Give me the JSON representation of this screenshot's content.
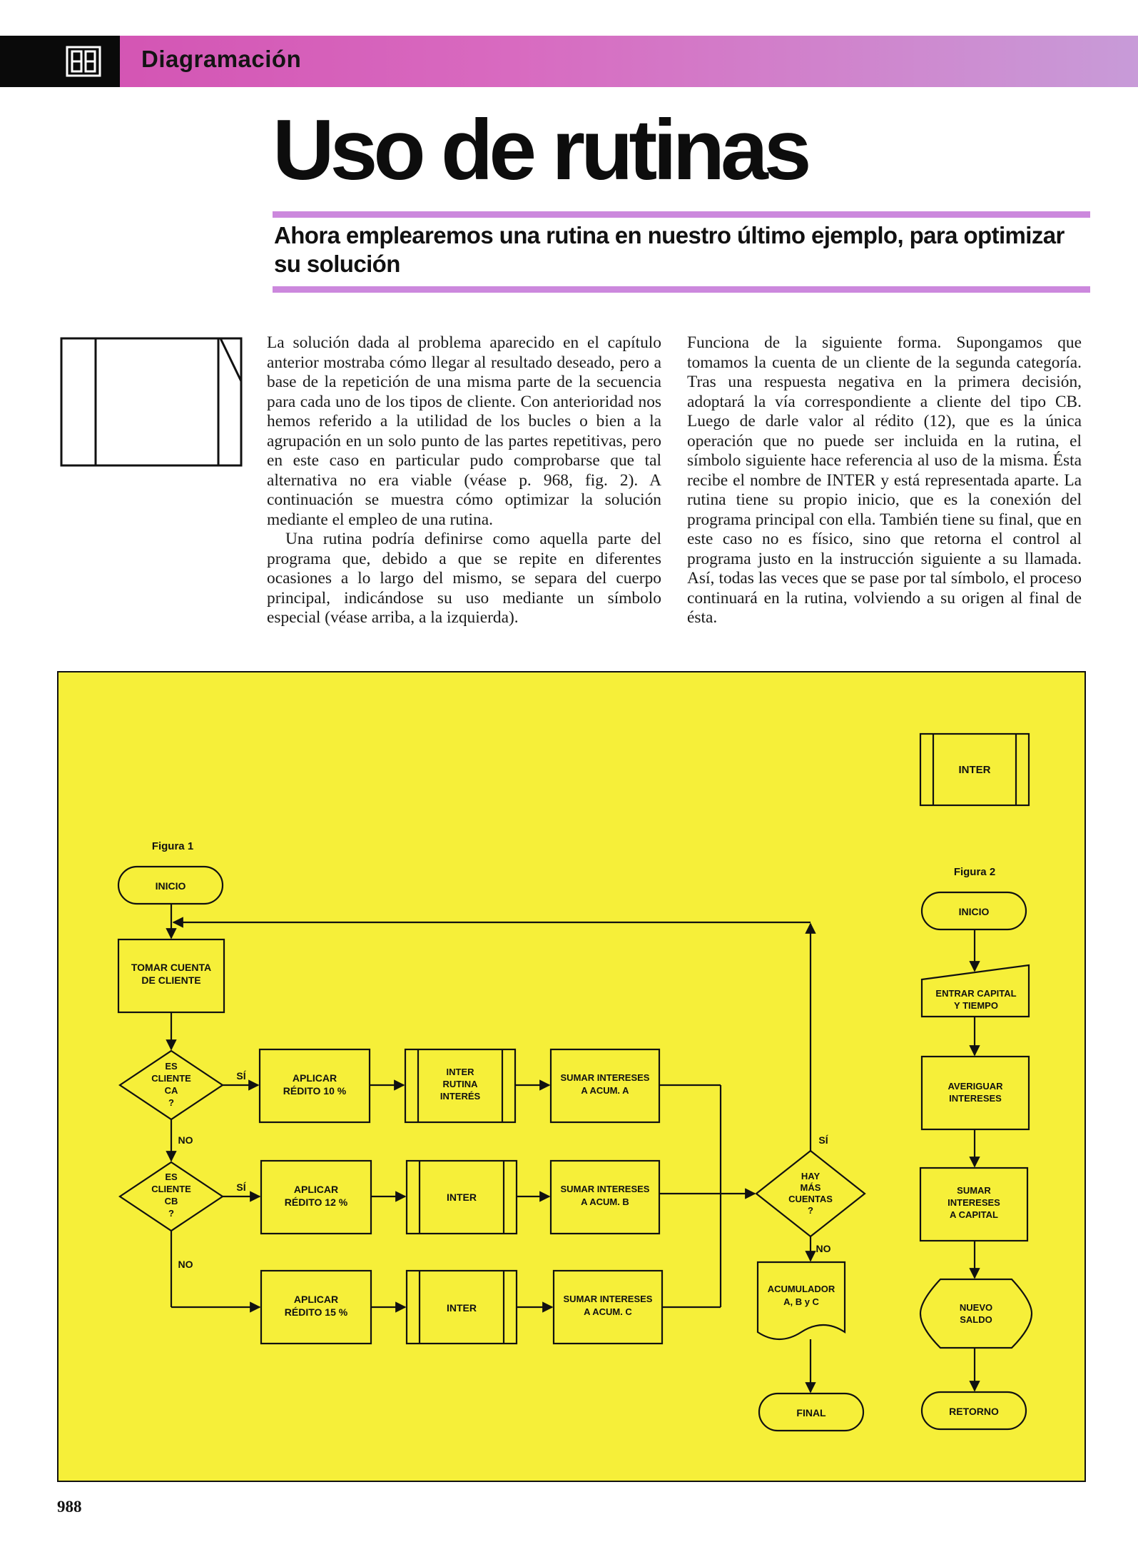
{
  "header": {
    "section": "Diagramación",
    "icon": "section-logo-icon",
    "accent_color": "#d24fb0"
  },
  "title": "Uso de rutinas",
  "subtitle": "Ahora emplearemos una rutina en nuestro último ejemplo, para optimizar su solución",
  "routine_symbol_icon": "predefined-process-symbol-icon",
  "body": {
    "col1": [
      "La solución dada al problema aparecido en el capítulo anterior mostraba cómo llegar al resultado deseado, pero a base de la repetición de una misma parte de la secuencia para cada uno de los tipos de cliente. Con anterioridad nos hemos referido a la utilidad de los bucles o bien a la agrupación en un solo punto de las partes repetitivas, pero en este caso en particular pudo comprobarse que tal alternativa no era viable (véase p. 968, fig. 2). A continuación se muestra cómo optimizar la solución mediante el empleo de una rutina.",
      "Una rutina podría definirse como aquella parte del programa que, debido a que se repite en diferentes ocasiones a lo largo del mismo, se separa del cuerpo principal, indicándose su uso mediante un símbolo especial (véase arriba, a la izquierda)."
    ],
    "col2": [
      "Funciona de la siguiente forma. Supongamos que tomamos la cuenta de un cliente de la segunda categoría. Tras una respuesta negativa en la primera decisión, adoptará la vía correspondiente a cliente del tipo CB. Luego de darle valor al rédito (12), que es la única operación que no puede ser incluida en la rutina, el símbolo siguiente hace referencia al uso de la misma. Ésta recibe el nombre de INTER y está representada aparte. La rutina tiene su propio inicio, que es la conexión del programa principal con ella. También tiene su final, que en este caso no es físico, sino que retorna el control al programa justo en la instrucción siguiente a su llamada. Así, todas las veces que se pase por tal símbolo, el proceso continuará en la rutina, volviendo a su origen al final de ésta."
    ]
  },
  "figure": {
    "background": "#f6ef39",
    "inter_header": "INTER",
    "fig1": {
      "label": "Figura 1",
      "inicio": "INICIO",
      "tomar": [
        "TOMAR CUENTA",
        "DE CLIENTE"
      ],
      "dec_ca": [
        "ES",
        "CLIENTE",
        "CA",
        "?"
      ],
      "dec_cb": [
        "ES",
        "CLIENTE",
        "CB",
        "?"
      ],
      "si": "SÍ",
      "no": "NO",
      "aplicar_10": [
        "APLICAR",
        "RÉDITO 10 %"
      ],
      "aplicar_12": [
        "APLICAR",
        "RÉDITO 12 %"
      ],
      "aplicar_15": [
        "APLICAR",
        "RÉDITO 15 %"
      ],
      "inter_rutina": [
        "INTER",
        "RUTINA",
        "INTERÉS"
      ],
      "inter": "INTER",
      "sumar_a": [
        "SUMAR INTERESES",
        "A ACUM. A"
      ],
      "sumar_b": [
        "SUMAR INTERESES",
        "A ACUM. B"
      ],
      "sumar_c": [
        "SUMAR INTERESES",
        "A ACUM. C"
      ],
      "hay_mas": [
        "HAY",
        "MÁS",
        "CUENTAS",
        "?"
      ],
      "acumulador": [
        "ACUMULADOR",
        "A, B y C"
      ],
      "final": "FINAL"
    },
    "fig2": {
      "label": "Figura 2",
      "inicio": "INICIO",
      "entrar": [
        "ENTRAR CAPITAL",
        "Y TIEMPO"
      ],
      "averiguar": [
        "AVERIGUAR",
        "INTERESES"
      ],
      "sumar": [
        "SUMAR",
        "INTERESES",
        "A CAPITAL"
      ],
      "nuevo": [
        "NUEVO",
        "SALDO"
      ],
      "retorno": "RETORNO"
    }
  },
  "page_number": "988"
}
